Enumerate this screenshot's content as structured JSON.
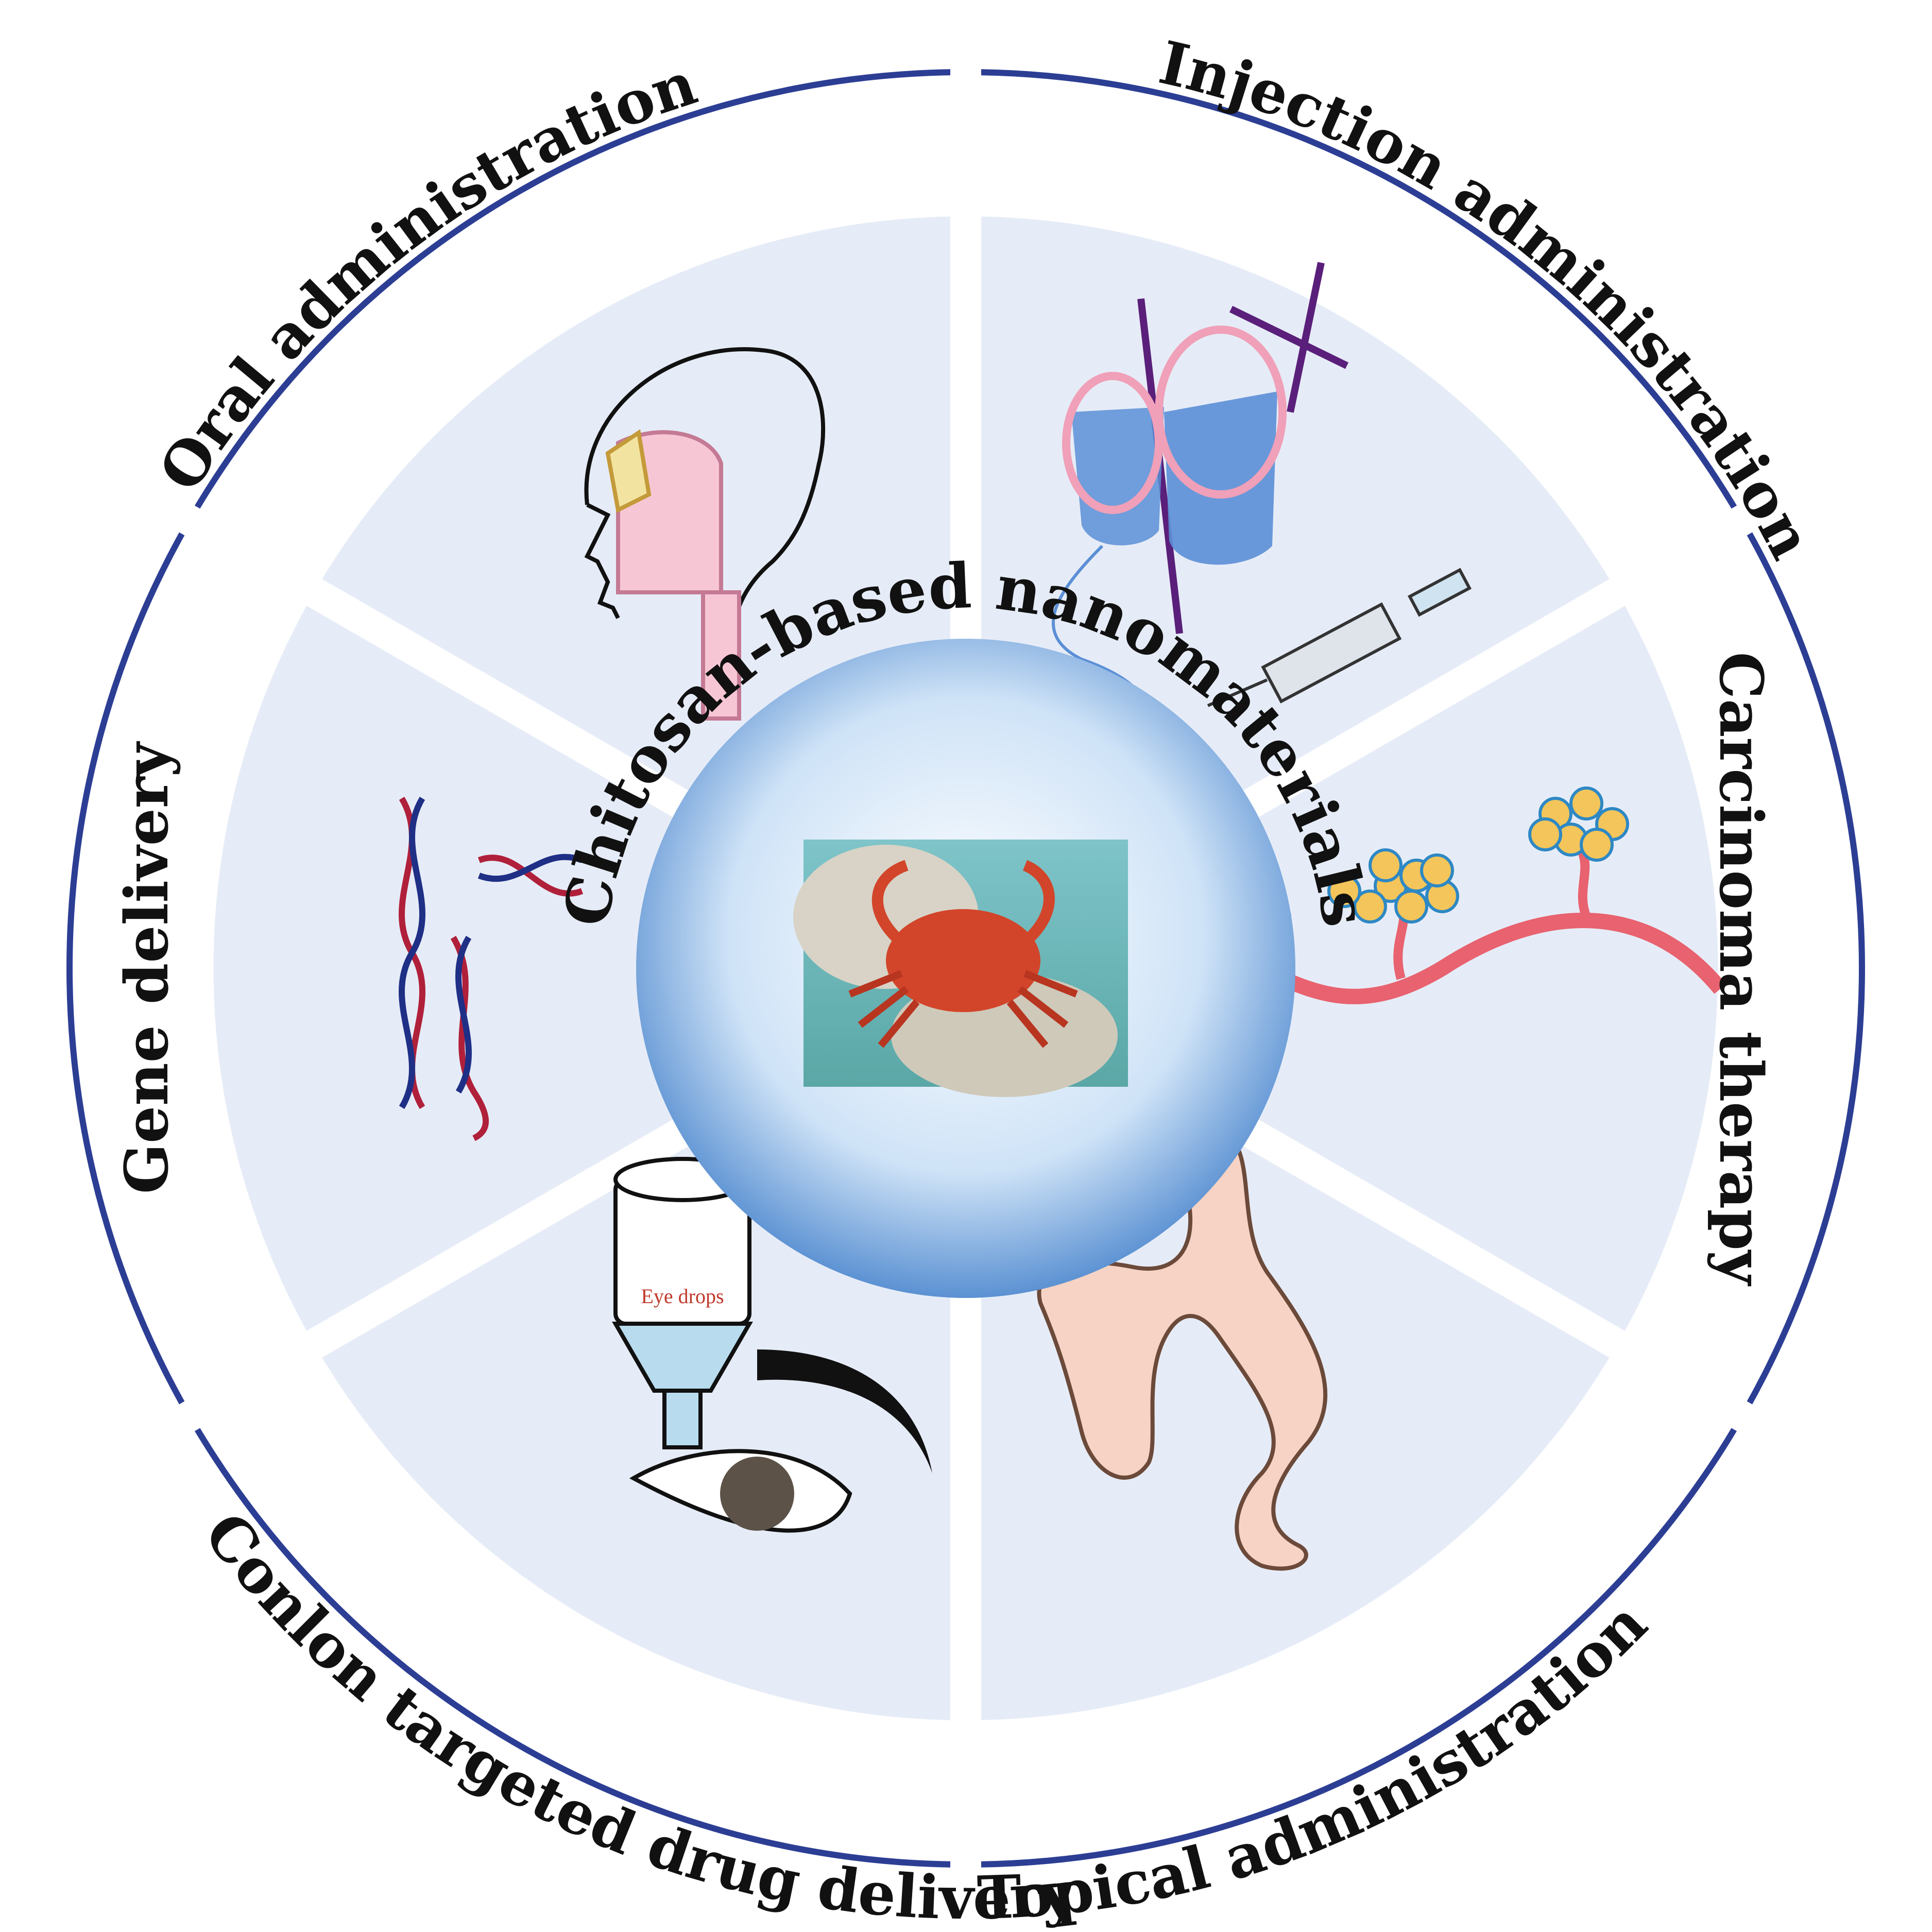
{
  "center": {
    "title": "Chitosan-based nanomaterials"
  },
  "segments": [
    {
      "label": "Oral administration"
    },
    {
      "label": "Injection administration"
    },
    {
      "label": "Carcinoma therapy"
    },
    {
      "label": "Conlon targeted drug delivery"
    },
    {
      "label": "Topical administration"
    },
    {
      "label": "Gene delivery"
    }
  ],
  "eye_drops_label": "Eye drops",
  "colors": {
    "ring": "#2c3e94",
    "sector_fill": "#e6ecf7",
    "vessel": "#e8626f",
    "dna_red": "#b0203a",
    "dna_blue": "#1f2f86",
    "iv_blue": "#5b8fd6",
    "iv_pink": "#f0a0b8",
    "iv_pole": "#5a1f7a",
    "colon": "#f6d3c4",
    "throat_pink": "#f7c6d4",
    "crab": "#d2452a"
  }
}
